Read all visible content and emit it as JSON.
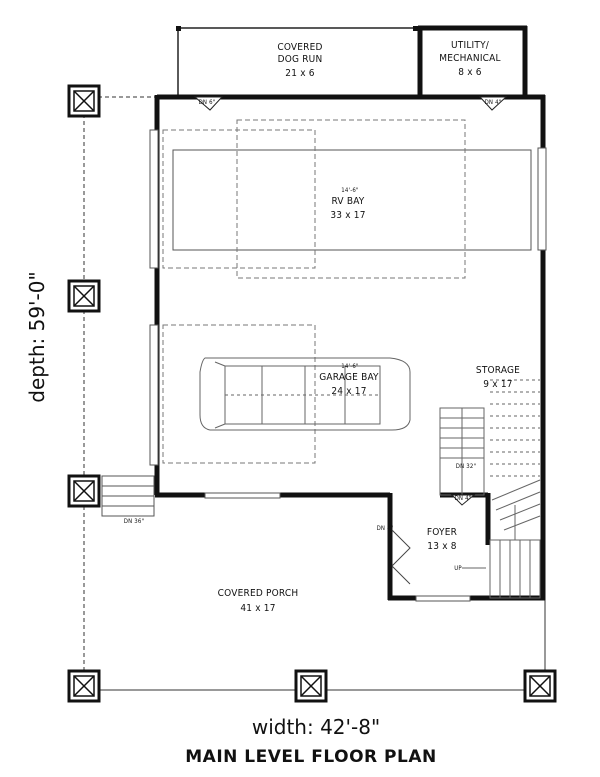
{
  "rooms": {
    "dog_run": {
      "name1": "COVERED",
      "name2": "DOG RUN",
      "size": "21 x 6"
    },
    "utility": {
      "name1": "UTILITY/",
      "name2": "MECHANICAL",
      "size": "8 x 6"
    },
    "rv_bay": {
      "ceiling": "14'-6\"",
      "name": "RV BAY",
      "size": "33 x 17"
    },
    "garage_bay": {
      "ceiling": "14'-6\"",
      "name": "GARAGE BAY",
      "size": "24 x 17"
    },
    "storage": {
      "name": "STORAGE",
      "size": "9 x 17"
    },
    "foyer": {
      "name": "FOYER",
      "size": "13 x 8"
    },
    "porch": {
      "name": "COVERED PORCH",
      "size": "41 x 17"
    }
  },
  "notes": {
    "dn_6": "DN 6\"",
    "dn_4_right": "DN 4\"",
    "dn_32": "DN 32\"",
    "dn_4_foyer_a": "DN 4\"",
    "dn_4_foyer_b": "DN 4\"",
    "dn_36": "DN 36\"",
    "up": "UP"
  },
  "dimensions": {
    "depth": "depth: 59'-0\"",
    "width": "width: 42'-8\""
  },
  "plan_title": "MAIN LEVEL FLOOR PLAN"
}
